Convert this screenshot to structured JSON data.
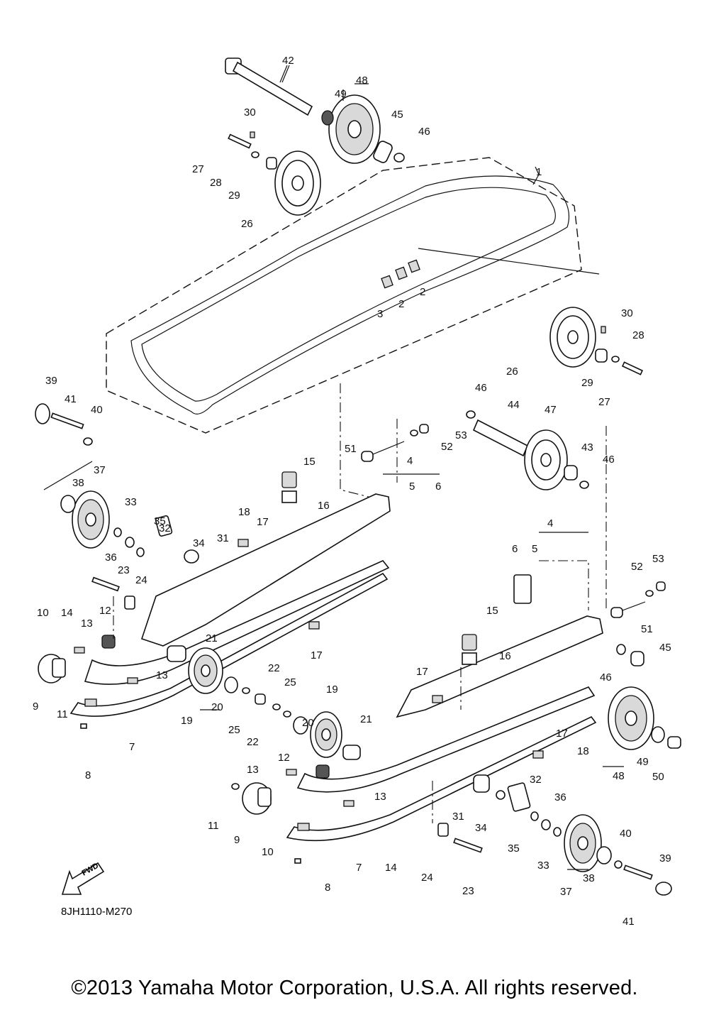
{
  "diagram_code": "8JH1110-M270",
  "fwd_label": "FWD",
  "copyright": "©2013 Yamaha Motor Corporation, U.S.A. All rights reserved.",
  "callouts": {
    "c1": "1",
    "c2a": "2",
    "c2b": "2",
    "c3": "3",
    "c4a": "4",
    "c5a": "5",
    "c6a": "6",
    "c4b": "4",
    "c5b": "5",
    "c6b": "6",
    "c7a": "7",
    "c7b": "7",
    "c8a": "8",
    "c8b": "8",
    "c9a": "9",
    "c9b": "9",
    "c10a": "10",
    "c10b": "10",
    "c11a": "11",
    "c11b": "11",
    "c12a": "12",
    "c12b": "12",
    "c13a": "13",
    "c13b": "13",
    "c13c": "13",
    "c13d": "13",
    "c14a": "14",
    "c14b": "14",
    "c15a": "15",
    "c15b": "15",
    "c16a": "16",
    "c16b": "16",
    "c17a": "17",
    "c17b": "17",
    "c17c": "17",
    "c17d": "17",
    "c18a": "18",
    "c18b": "18",
    "c19a": "19",
    "c19b": "19",
    "c20a": "20",
    "c20b": "20",
    "c21a": "21",
    "c21b": "21",
    "c22a": "22",
    "c22b": "22",
    "c23a": "23",
    "c23b": "23",
    "c24a": "24",
    "c24b": "24",
    "c25a": "25",
    "c25b": "25",
    "c26a": "26",
    "c26b": "26",
    "c27a": "27",
    "c27b": "27",
    "c28a": "28",
    "c28b": "28",
    "c29a": "29",
    "c29b": "29",
    "c30a": "30",
    "c30b": "30",
    "c31a": "31",
    "c31b": "31",
    "c32a": "32",
    "c32b": "32",
    "c33a": "33",
    "c33b": "33",
    "c34a": "34",
    "c34b": "34",
    "c35a": "35",
    "c35b": "35",
    "c36a": "36",
    "c36b": "36",
    "c37a": "37",
    "c37b": "37",
    "c38a": "38",
    "c38b": "38",
    "c39a": "39",
    "c39b": "39",
    "c40a": "40",
    "c40b": "40",
    "c41a": "41",
    "c41b": "41",
    "c42": "42",
    "c43": "43",
    "c44": "44",
    "c45a": "45",
    "c45b": "45",
    "c46a": "46",
    "c46b": "46",
    "c46c": "46",
    "c46d": "46",
    "c47": "47",
    "c48a": "48",
    "c48b": "48",
    "c49a": "49",
    "c49b": "49",
    "c50": "50",
    "c51a": "51",
    "c51b": "51",
    "c52a": "52",
    "c52b": "52",
    "c53a": "53",
    "c53b": "53"
  }
}
